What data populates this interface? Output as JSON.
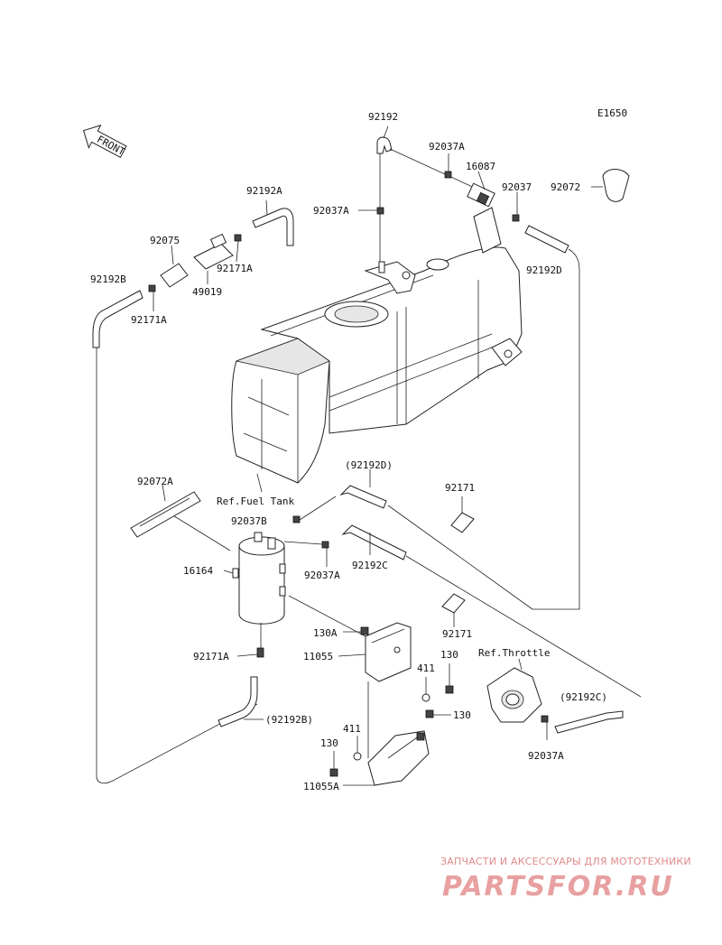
{
  "diagram_code": "E1650",
  "front_label": "FRONT",
  "labels": {
    "p92192": "92192",
    "p92037A_top": "92037A",
    "p16087": "16087",
    "p92037": "92037",
    "p92072": "92072",
    "p92037A_left": "92037A",
    "p92192D": "92192D",
    "p92192A": "92192A",
    "p92075": "92075",
    "p92171A_top": "92171A",
    "p49019": "49019",
    "p92192B": "92192B",
    "p92171A_left": "92171A",
    "ref_fuel_tank": "Ref.Fuel Tank",
    "p92072A": "92072A",
    "p92192D_paren": "(92192D)",
    "p92171_top": "92171",
    "p92037B": "92037B",
    "p16164": "16164",
    "p92037A_mid": "92037A",
    "p92192C": "92192C",
    "p92171_mid": "92171",
    "p130A": "130A",
    "p11055": "11055",
    "p130_a": "130",
    "ref_throttle": "Ref.Throttle",
    "p411_a": "411",
    "p92171A_low": "92171A",
    "p92192C_paren": "(92192C)",
    "p130_b": "130",
    "p92192B_paren": "(92192B)",
    "p411_b": "411",
    "p130_c": "130",
    "p92037A_low": "92037A",
    "p11055A": "11055A"
  },
  "watermark": {
    "tagline": "ЗАПЧАСТИ И АКСЕССУАРЫ ДЛЯ МОТОТЕХНИКИ",
    "logo": "PARTSFOR.RU"
  },
  "colors": {
    "line": "#222222",
    "watermark": "#e08a8a",
    "watermark_logo": "#e8a0a0"
  }
}
